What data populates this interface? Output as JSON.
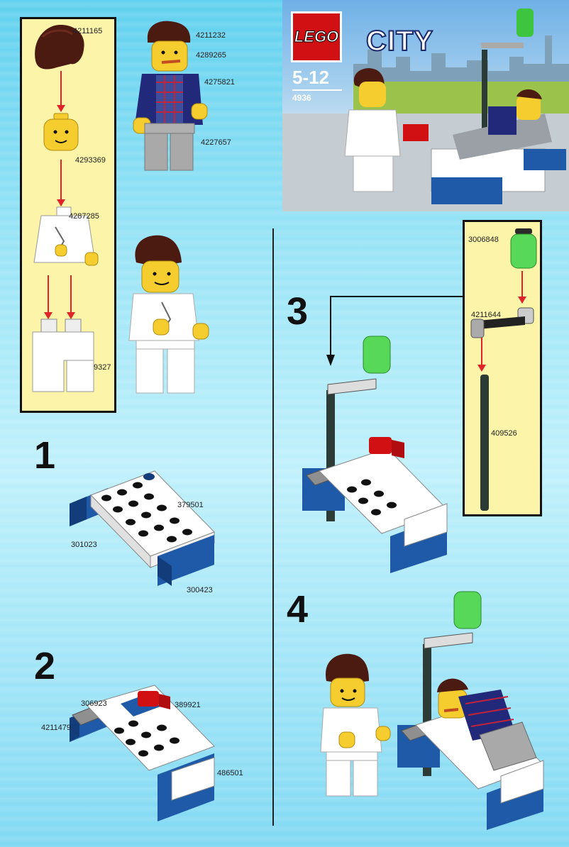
{
  "cover": {
    "brand": "LEGO",
    "theme": "CITY",
    "age_range": "5-12",
    "set_number": "4936"
  },
  "parts_panel": {
    "hair_female": "4211165",
    "head": "4293369",
    "torso_doctor": "4287285",
    "legs_white": "9327"
  },
  "male_figure": {
    "hair": "4211232",
    "head": "4289265",
    "torso": "4275821",
    "legs": "4227657"
  },
  "steps": [
    {
      "number": "1",
      "parts": [
        "379501",
        "301023",
        "300423"
      ]
    },
    {
      "number": "2",
      "parts": [
        "306923",
        "389921",
        "4211479",
        "486501"
      ]
    },
    {
      "number": "3",
      "parts": [
        "3006848",
        "4211644",
        "409526"
      ]
    },
    {
      "number": "4",
      "parts": []
    }
  ],
  "colors": {
    "panel_bg": "#fcf4a9",
    "lego_red": "#d01012",
    "lego_yellow": "#f5cd2f",
    "lego_blue": "#1e5aa8",
    "arrow_red": "#e0242a"
  }
}
